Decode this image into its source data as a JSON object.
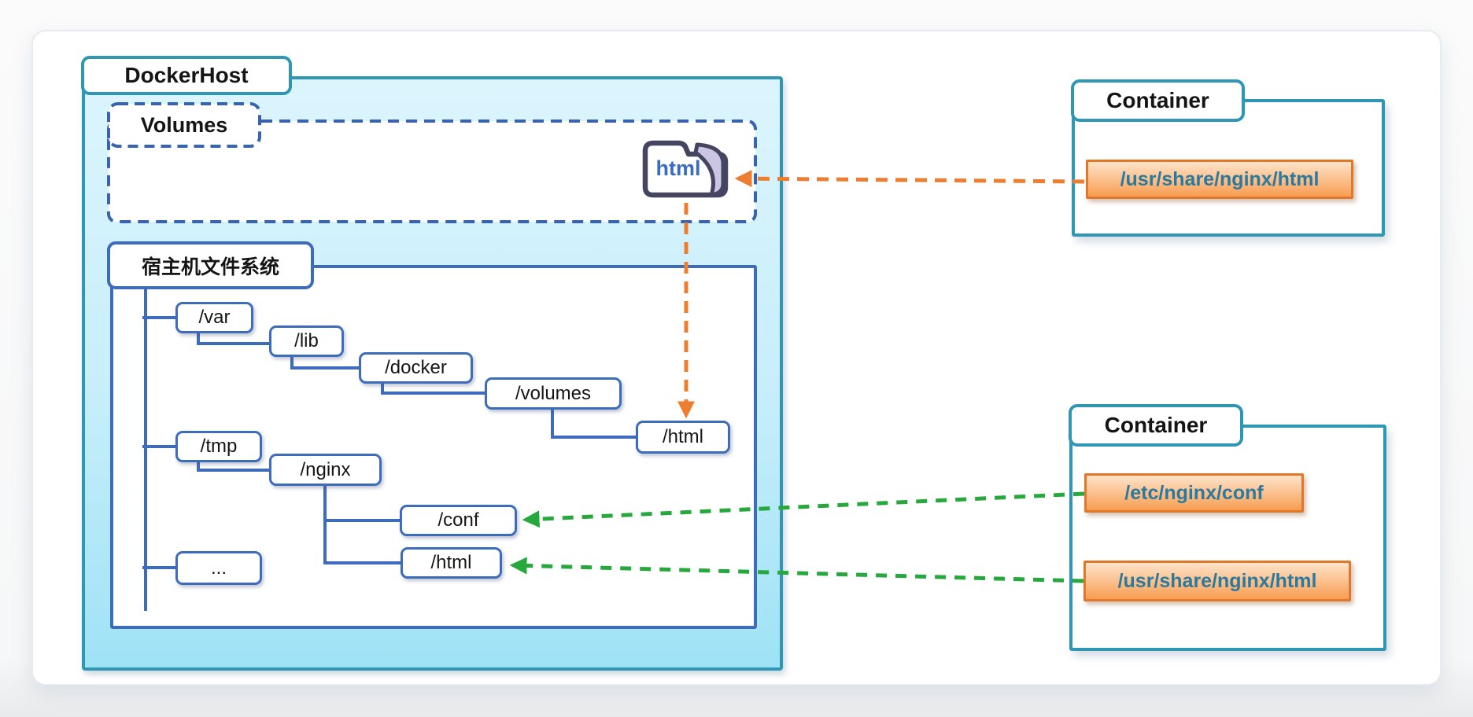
{
  "docker_host": {
    "label": "DockerHost"
  },
  "volumes": {
    "label": "Volumes",
    "volume_folder": "html"
  },
  "host_fs": {
    "label": "宿主机文件系统",
    "tree": {
      "var": "/var",
      "lib": "/lib",
      "docker": "/docker",
      "volumes": "/volumes",
      "volume_html": "/html",
      "tmp": "/tmp",
      "nginx": "/nginx",
      "conf": "/conf",
      "bind_html": "/html",
      "more": "..."
    }
  },
  "containers": [
    {
      "label": "Container",
      "paths": [
        "/usr/share/nginx/html"
      ]
    },
    {
      "label": "Container",
      "paths": [
        "/etc/nginx/conf",
        "/usr/share/nginx/html"
      ]
    }
  ],
  "colors": {
    "teal_border": "#2f96b4",
    "blue_border": "#3d6cbb",
    "volumes_dash": "#3a63ad",
    "orange_arrow": "#ed7d31",
    "green_arrow": "#27a83d",
    "mount_box_fill": "#f9a95f",
    "mount_box_text": "#2b7a9e",
    "dockerhost_fill": "#c6eefa",
    "folder_fold": "#ccc6e5",
    "folder_text": "#3a6cc4"
  }
}
